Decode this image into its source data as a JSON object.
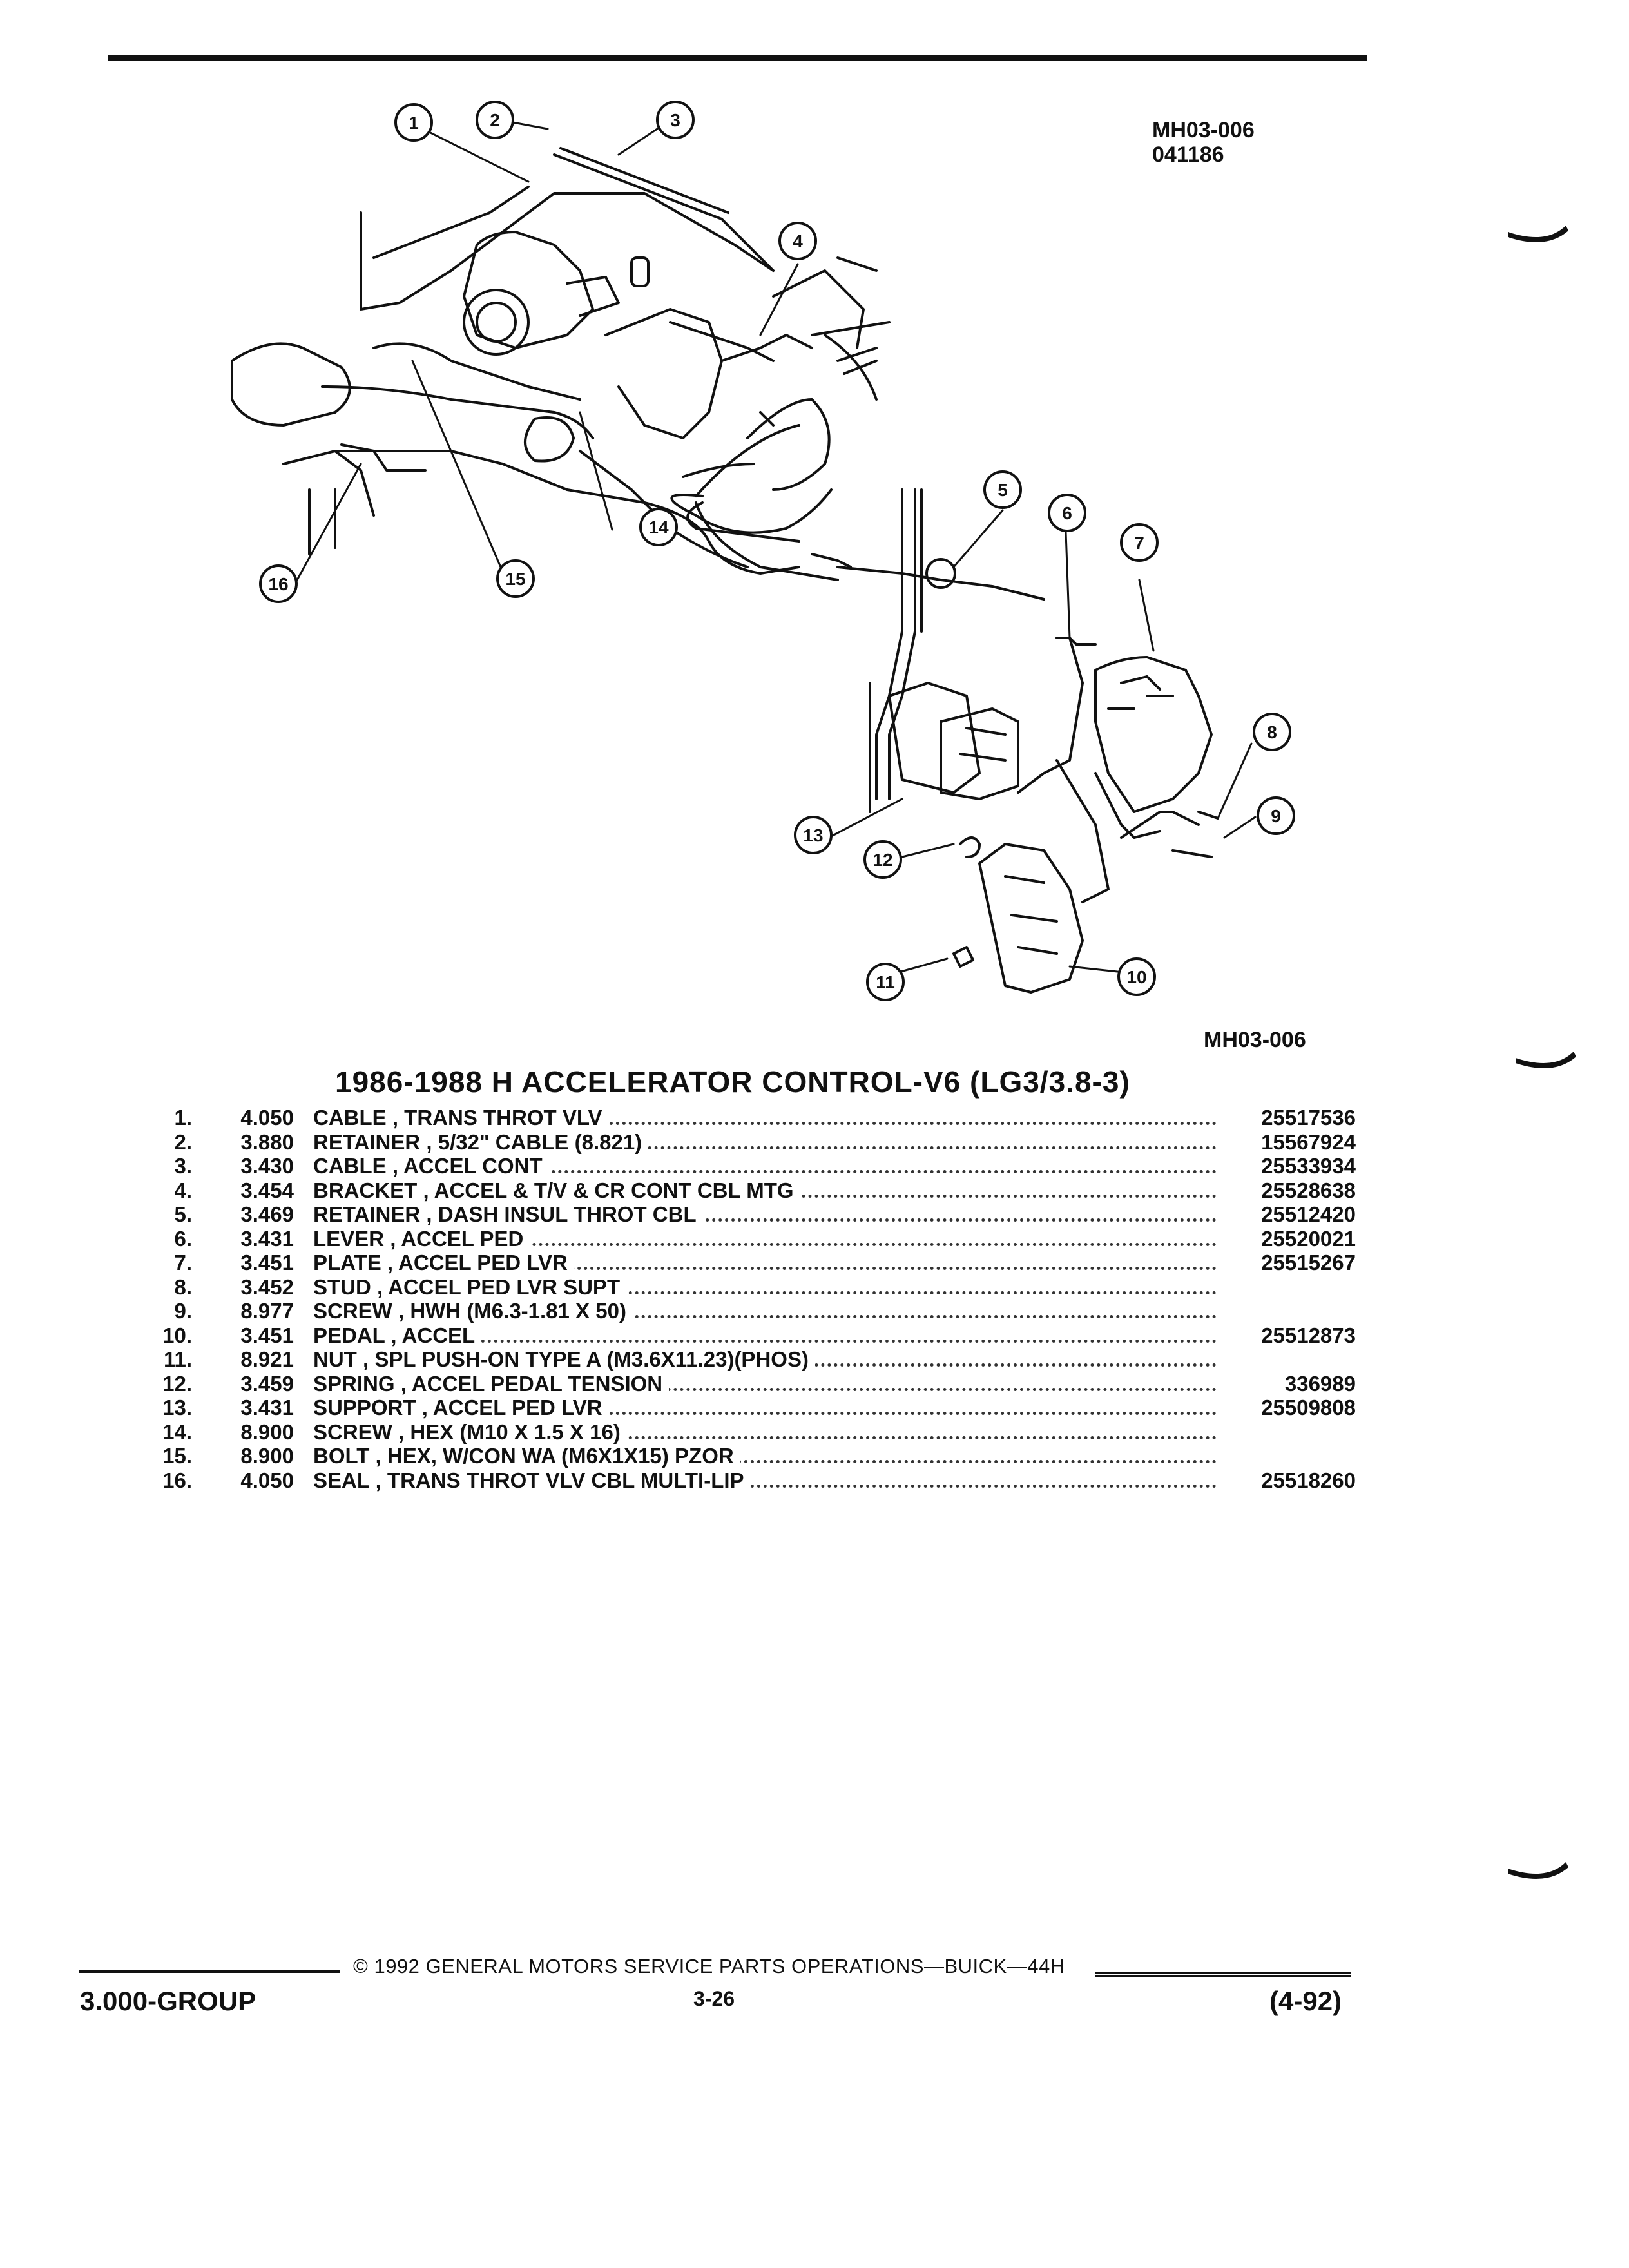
{
  "figure": {
    "id_top": "MH03-006",
    "date_code": "041186",
    "id_bottom": "MH03-006",
    "callouts": [
      "1",
      "2",
      "3",
      "4",
      "5",
      "6",
      "7",
      "8",
      "9",
      "10",
      "11",
      "12",
      "13",
      "14",
      "15",
      "16"
    ]
  },
  "title": "1986-1988 H ACCELERATOR CONTROL-V6 (LG3/3.8-3)",
  "parts": [
    {
      "num": "1.",
      "group": "4.050",
      "desc": "CABLE , TRANS THROT VLV",
      "part": "25517536"
    },
    {
      "num": "2.",
      "group": "3.880",
      "desc": "RETAINER , 5/32\" CABLE (8.821)",
      "part": "15567924"
    },
    {
      "num": "3.",
      "group": "3.430",
      "desc": "CABLE , ACCEL CONT",
      "part": "25533934"
    },
    {
      "num": "4.",
      "group": "3.454",
      "desc": "BRACKET , ACCEL & T/V & CR CONT CBL MTG",
      "part": "25528638"
    },
    {
      "num": "5.",
      "group": "3.469",
      "desc": "RETAINER , DASH INSUL THROT CBL",
      "part": "25512420"
    },
    {
      "num": "6.",
      "group": "3.431",
      "desc": "LEVER , ACCEL PED",
      "part": "25520021"
    },
    {
      "num": "7.",
      "group": "3.451",
      "desc": "PLATE , ACCEL PED LVR",
      "part": "25515267"
    },
    {
      "num": "8.",
      "group": "3.452",
      "desc": "STUD , ACCEL PED LVR SUPT",
      "part": ""
    },
    {
      "num": "9.",
      "group": "8.977",
      "desc": "SCREW , HWH (M6.3-1.81 X 50)",
      "part": ""
    },
    {
      "num": "10.",
      "group": "3.451",
      "desc": "PEDAL , ACCEL",
      "part": "25512873"
    },
    {
      "num": "11.",
      "group": "8.921",
      "desc": "NUT , SPL PUSH-ON TYPE A (M3.6X11.23)(PHOS)",
      "part": ""
    },
    {
      "num": "12.",
      "group": "3.459",
      "desc": "SPRING , ACCEL PEDAL TENSION",
      "part": "336989"
    },
    {
      "num": "13.",
      "group": "3.431",
      "desc": "SUPPORT , ACCEL PED LVR",
      "part": "25509808"
    },
    {
      "num": "14.",
      "group": "8.900",
      "desc": "SCREW , HEX (M10 X 1.5 X 16)",
      "part": ""
    },
    {
      "num": "15.",
      "group": "8.900",
      "desc": "BOLT , HEX, W/CON WA (M6X1X15) PZOR",
      "part": ""
    },
    {
      "num": "16.",
      "group": "4.050",
      "desc": "SEAL , TRANS THROT VLV CBL MULTI-LIP",
      "part": "25518260"
    }
  ],
  "footer": {
    "group": "3.000-GROUP",
    "copyright": "© 1992 GENERAL MOTORS SERVICE PARTS OPERATIONS—BUICK—44H",
    "page": "3-26",
    "date": "(4-92)"
  }
}
